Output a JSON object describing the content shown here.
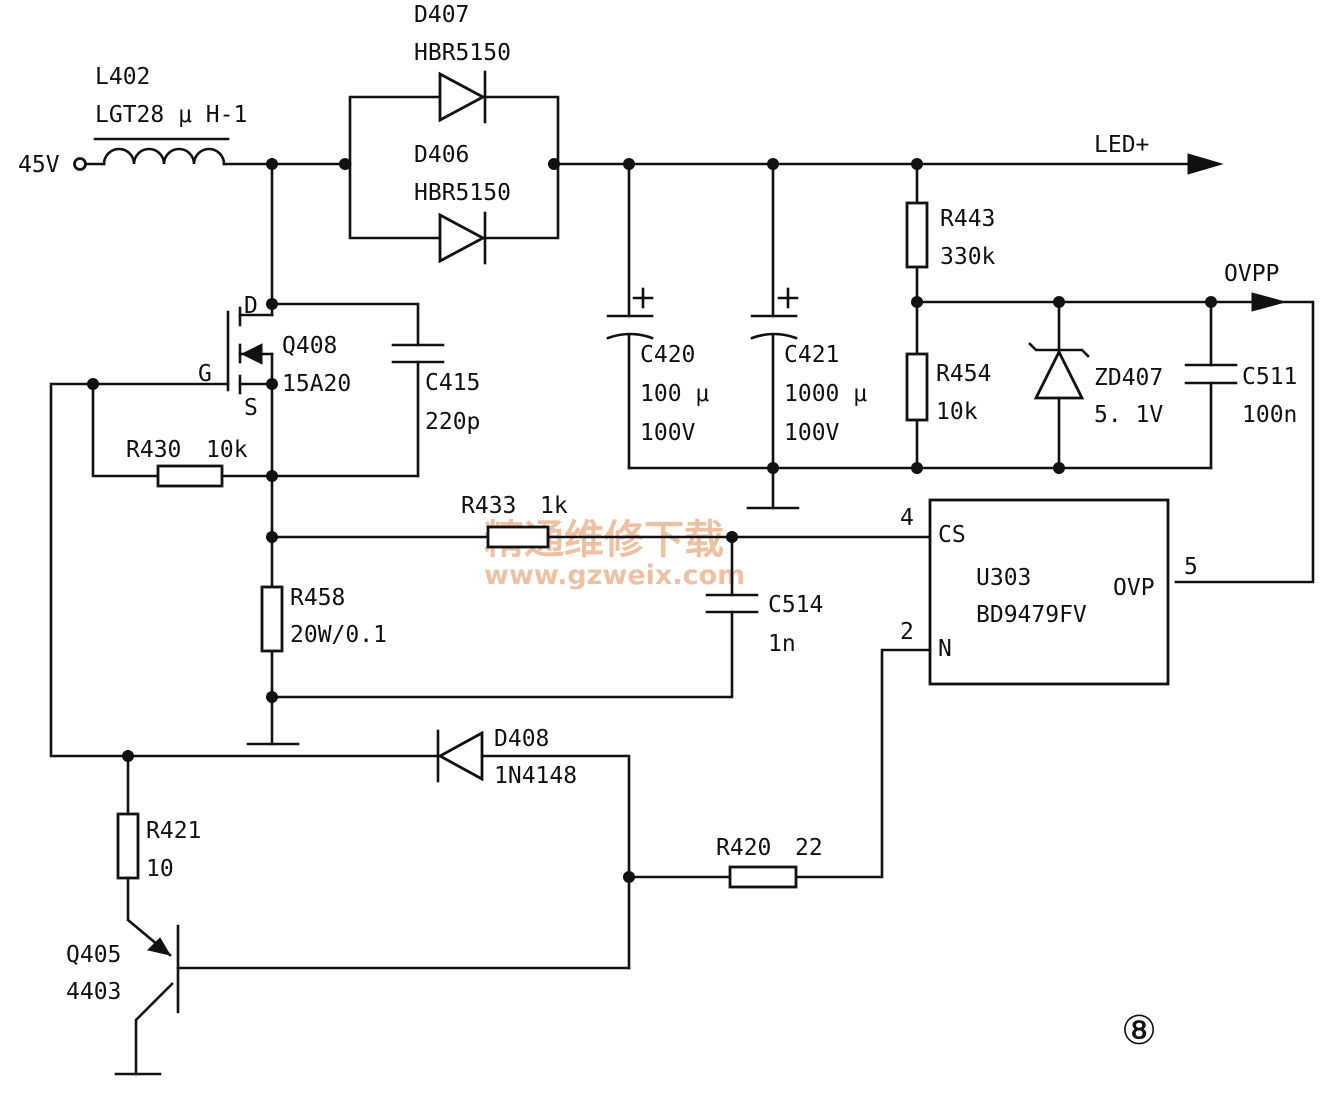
{
  "input_label": "45V",
  "inductor": {
    "ref": "L402",
    "value": "LGT28 μ H-1"
  },
  "d407": {
    "ref": "D407",
    "value": "HBR5150"
  },
  "d406": {
    "ref": "D406",
    "value": "HBR5150"
  },
  "led_plus": "LED+",
  "ovpp": "OVPP",
  "c420": {
    "ref": "C420",
    "value": "100 μ",
    "voltage": "100V"
  },
  "c421": {
    "ref": "C421",
    "value": "1000 μ",
    "voltage": "100V"
  },
  "r443": {
    "ref": "R443",
    "value": "330k"
  },
  "r454": {
    "ref": "R454",
    "value": "10k"
  },
  "zd407": {
    "ref": "ZD407",
    "value": "5. 1V"
  },
  "c511": {
    "ref": "C511",
    "value": "100n"
  },
  "q408": {
    "ref": "Q408",
    "value": "15A20",
    "pin_d": "D",
    "pin_g": "G",
    "pin_s": "S"
  },
  "c415": {
    "ref": "C415",
    "value": "220p"
  },
  "r430": {
    "ref": "R430",
    "value": "10k"
  },
  "r433": {
    "ref": "R433",
    "value": "1k"
  },
  "r458": {
    "ref": "R458",
    "value": "20W/0.1"
  },
  "c514": {
    "ref": "C514",
    "value": "1n"
  },
  "ic": {
    "ref": "U303",
    "part": "BD9479FV",
    "pin_cs": "CS",
    "pin_cs_num": "4",
    "pin_n": "N",
    "pin_n_num": "2",
    "pin_ovp": "OVP",
    "pin_ovp_num": "5"
  },
  "d408": {
    "ref": "D408",
    "value": "1N4148"
  },
  "r421": {
    "ref": "R421",
    "value": "10"
  },
  "r420": {
    "ref": "R420",
    "value": "22"
  },
  "q405": {
    "ref": "Q405",
    "value": "4403"
  },
  "watermark": {
    "cn": "精通维修下载",
    "url": "www.gzweix.com"
  },
  "figure_number": "⑧"
}
